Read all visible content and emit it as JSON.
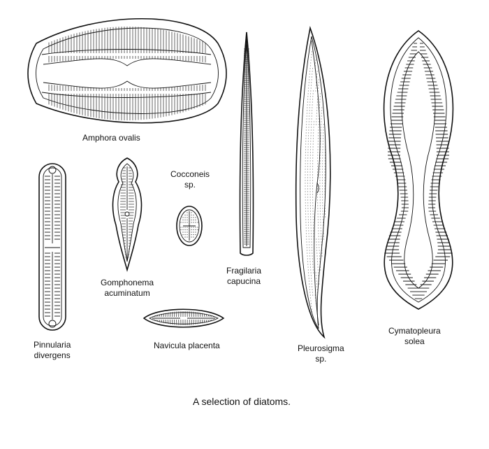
{
  "caption": "A selection of diatoms.",
  "specimens": {
    "amphora": {
      "line1": "Amphora ovalis"
    },
    "cocconeis": {
      "line1": "Cocconeis",
      "line2": "sp."
    },
    "pinnularia": {
      "line1": "Pinnularia",
      "line2": "divergens"
    },
    "gomphonema": {
      "line1": "Gomphonema",
      "line2": "acuminatum"
    },
    "navicula": {
      "line1": "Navicula placenta"
    },
    "fragilaria": {
      "line1": "Fragilaria",
      "line2": "capucina"
    },
    "pleurosigma": {
      "line1": "Pleurosigma",
      "line2": "sp."
    },
    "cymatopleura": {
      "line1": "Cymatopleura",
      "line2": "solea"
    }
  },
  "colors": {
    "ink": "#111111",
    "paper": "#ffffff"
  }
}
